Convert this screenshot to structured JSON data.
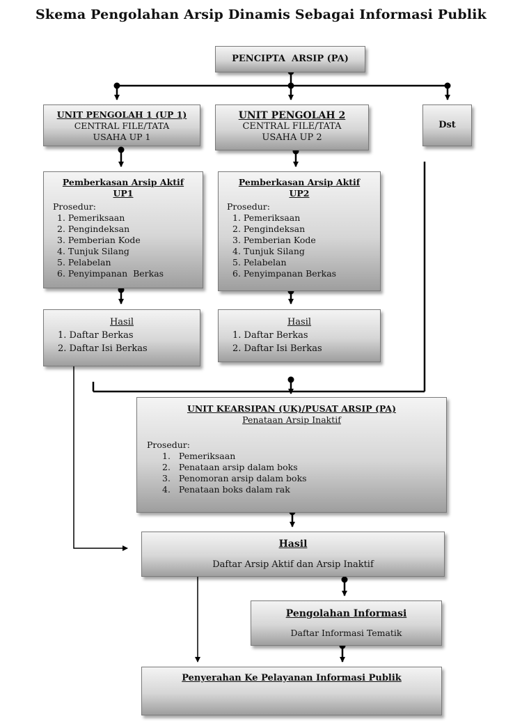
{
  "title": "Skema Pengolahan Arsip Dinamis Sebagai Informasi Publik",
  "pa": {
    "label": "PENCIPTA  ARSIP (PA)"
  },
  "up1": {
    "title": "UNIT PENGOLAH 1 (UP 1)",
    "line1": "CENTRAL FILE/TATA",
    "line2": "USAHA UP 1"
  },
  "up2": {
    "title": "UNIT PENGOLAH 2",
    "line1": "CENTRAL FILE/TATA",
    "line2": "USAHA UP 2"
  },
  "dst": {
    "label": "Dst"
  },
  "pemberkasan1": {
    "title1": "Pemberkasan Arsip Aktif",
    "title2": "UP1",
    "prosedur": "Prosedur:",
    "items": [
      "1. Pemeriksaan",
      "2. Pengindeksan",
      "3. Pemberian Kode",
      "4. Tunjuk Silang",
      "5. Pelabelan",
      "6. Penyimpanan  Berkas"
    ]
  },
  "pemberkasan2": {
    "title1": "Pemberkasan Arsip Aktif",
    "title2": "UP2",
    "prosedur": "Prosedur:",
    "items": [
      "1. Pemeriksaan",
      "2. Pengindeksan",
      "3. Pemberian Kode",
      "4. Tunjuk Silang",
      "5. Pelabelan",
      "6. Penyimpanan Berkas"
    ]
  },
  "hasil1": {
    "title": "Hasil",
    "items": [
      "1. Daftar Berkas",
      "2. Daftar Isi Berkas"
    ]
  },
  "hasil2": {
    "title": "Hasil",
    "items": [
      "1. Daftar Berkas",
      "2. Daftar Isi Berkas"
    ]
  },
  "uk": {
    "title": "UNIT KEARSIPAN (UK)/PUSAT ARSIP (PA)",
    "subtitle": "Penataan Arsip Inaktif",
    "prosedur": "Prosedur:",
    "items": [
      "1.   Pemeriksaan",
      "2.   Penataan arsip dalam boks",
      "3.   Penomoran arsip dalam boks",
      "4.   Penataan boks dalam rak"
    ]
  },
  "hasil_main": {
    "title": "Hasil",
    "text": "Daftar Arsip Aktif dan Arsip Inaktif"
  },
  "pengolahan": {
    "title": "Pengolahan Informasi",
    "text": "Daftar Informasi Tematik"
  },
  "penyerahan": {
    "title": "Penyerahan Ke Pelayanan Informasi Publik"
  }
}
